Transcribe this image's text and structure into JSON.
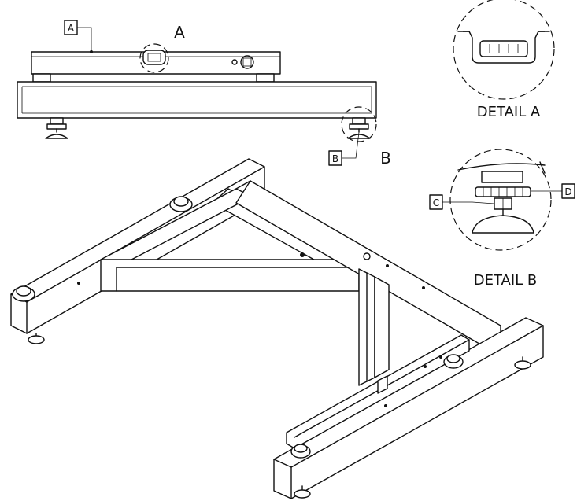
{
  "callouts": {
    "view_a_title": "A",
    "view_b_title": "B",
    "box_a": "A",
    "box_b": "B",
    "box_c": "C",
    "box_d": "D"
  },
  "details": {
    "detail_a_label": "DETAIL A",
    "detail_b_label": "DETAIL B"
  },
  "colors": {
    "line": "#111111",
    "background": "#ffffff"
  }
}
